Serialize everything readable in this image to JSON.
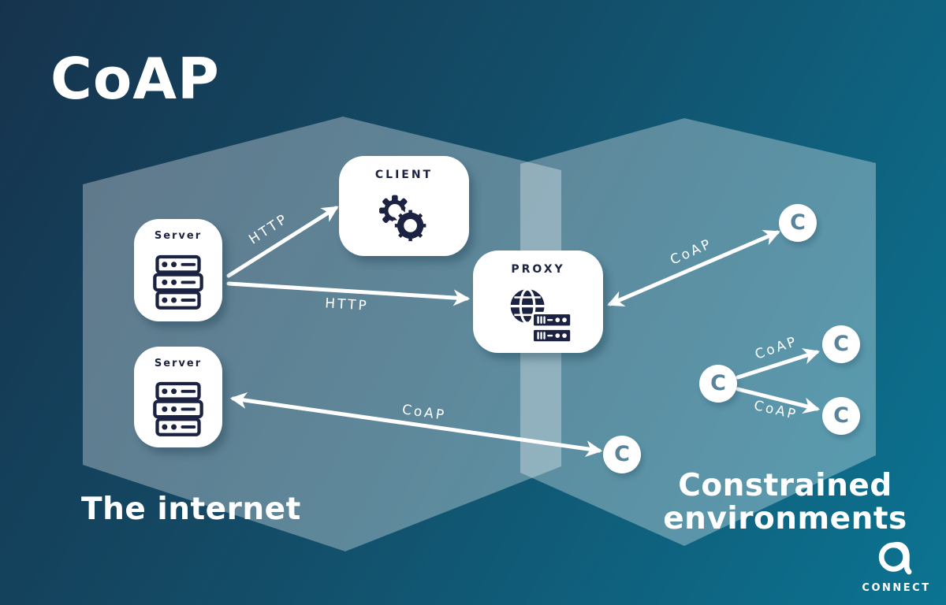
{
  "title": "CoAP",
  "regions": {
    "internet_label": "The internet",
    "constrained_label_line1": "Constrained",
    "constrained_label_line2": "environments"
  },
  "nodes": {
    "server_top_label": "Server",
    "server_bottom_label": "Server",
    "client_label": "CLIENT",
    "proxy_label": "PROXY",
    "device_letter": "C"
  },
  "edges": {
    "server_client_label": "HTTP",
    "server_proxy_label": "HTTP",
    "proxy_device_label": "CoAP",
    "server_device_label": "CoAP",
    "hub_top_label": "CoAP",
    "hub_bottom_label": "CoAP"
  },
  "logo": {
    "brand": "CONNECT"
  },
  "colors": {
    "background_top_left": "#16334d",
    "background_bottom_right": "#0b7492",
    "hexagon_fill": "rgba(255,255,255,0.32)",
    "node_ink": "#1c2342",
    "device_letter_color": "#58839a",
    "line_color": "#ffffff"
  }
}
